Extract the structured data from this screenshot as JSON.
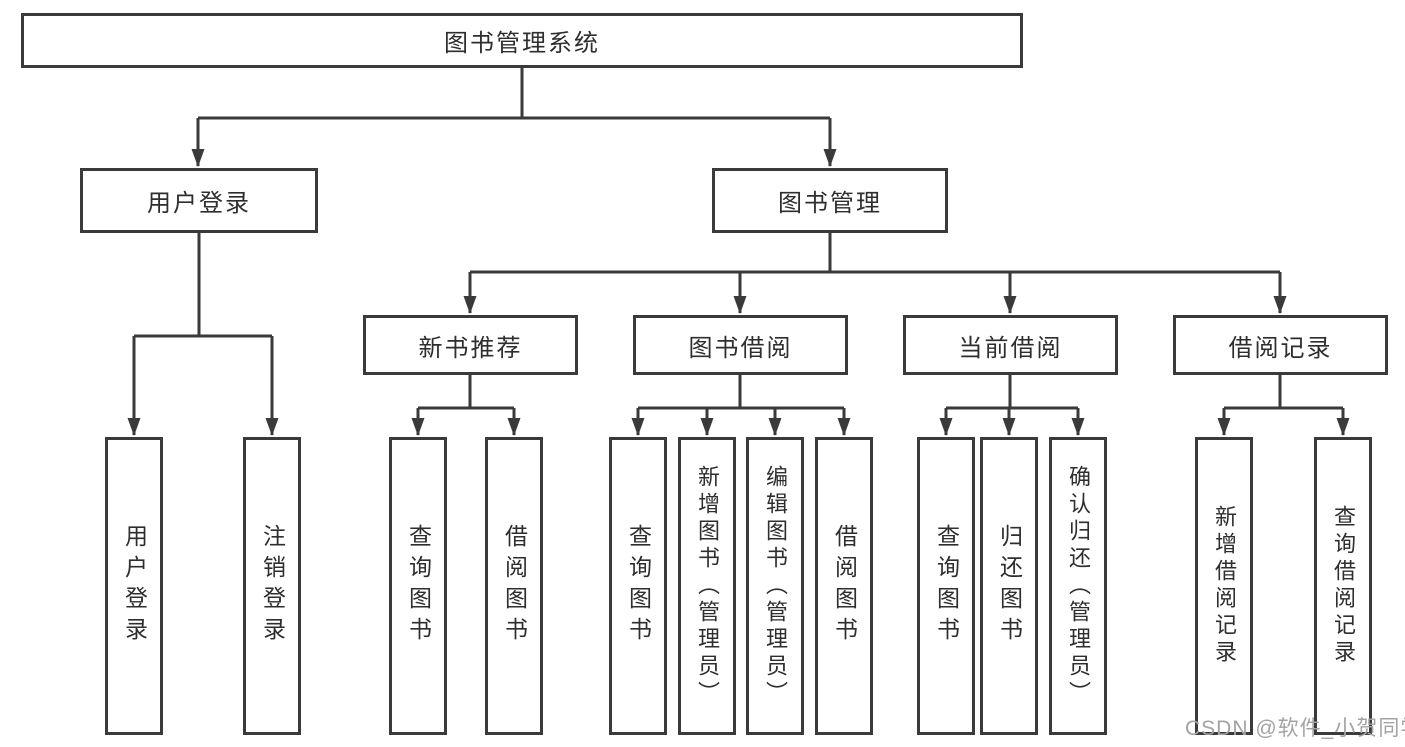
{
  "tree": {
    "label": "图书管理系统",
    "children": [
      {
        "label": "用户登录",
        "children": [
          {
            "label": "用户登录"
          },
          {
            "label": "注销登录"
          }
        ]
      },
      {
        "label": "图书管理",
        "children": [
          {
            "label": "新书推荐",
            "children": [
              {
                "label": "查询图书"
              },
              {
                "label": "借阅图书"
              }
            ]
          },
          {
            "label": "图书借阅",
            "children": [
              {
                "label": "查询图书"
              },
              {
                "label": "新增图书（管理员）"
              },
              {
                "label": "编辑图书（管理员）"
              },
              {
                "label": "借阅图书"
              }
            ]
          },
          {
            "label": "当前借阅",
            "children": [
              {
                "label": "查询图书"
              },
              {
                "label": "归还图书"
              },
              {
                "label": "确认归还（管理员）"
              }
            ]
          },
          {
            "label": "借阅记录",
            "children": [
              {
                "label": "新增借阅记录"
              },
              {
                "label": "查询借阅记录"
              }
            ]
          }
        ]
      }
    ]
  },
  "watermark": "CSDN @软件_小贺同学",
  "colors": {
    "line": "#3a3a3a",
    "box_border": "#3a3a3a",
    "text": "#2e2e2e",
    "watermark": "#a3a3a3",
    "background": "#ffffff"
  }
}
